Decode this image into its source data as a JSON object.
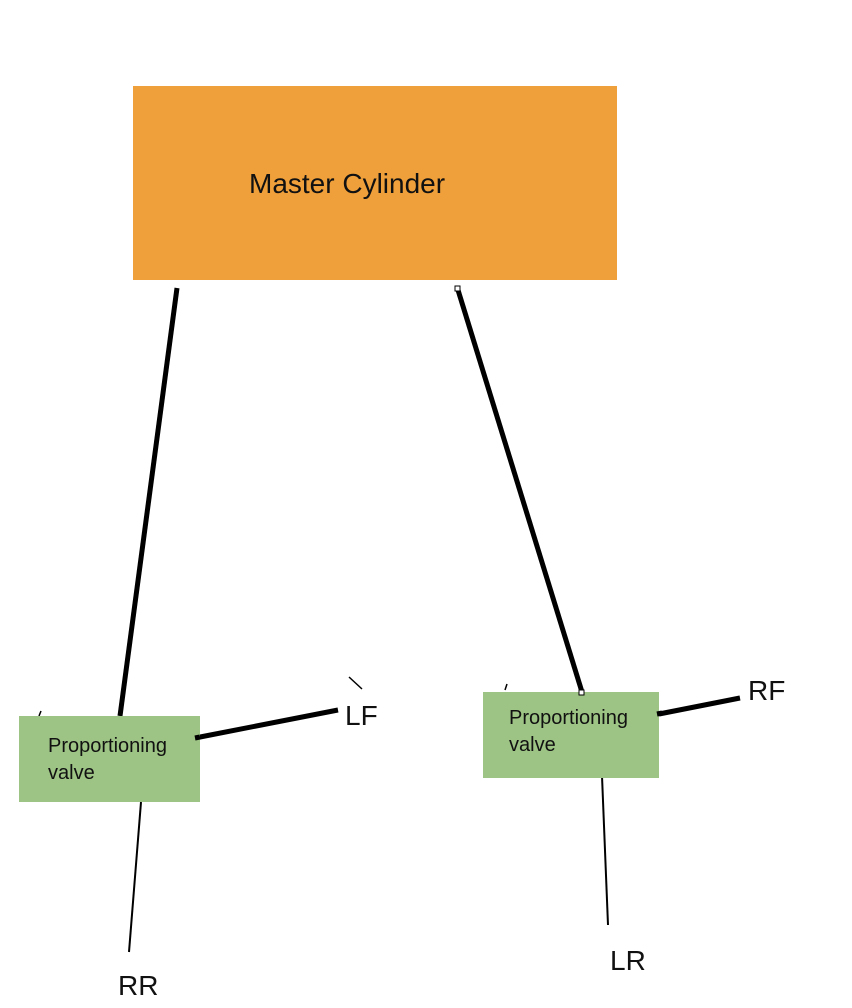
{
  "colors": {
    "master_cylinder_fill": "#f0a03a",
    "valve_fill": "#9dc484",
    "line": "#000000"
  },
  "master_cylinder": {
    "label": "Master Cylinder"
  },
  "valves": {
    "left": {
      "label": "Proportioning\nvalve"
    },
    "right": {
      "label": "Proportioning\nvalve"
    }
  },
  "wheels": {
    "lf": "LF",
    "rf": "RF",
    "rr": "RR",
    "lr": "LR"
  }
}
